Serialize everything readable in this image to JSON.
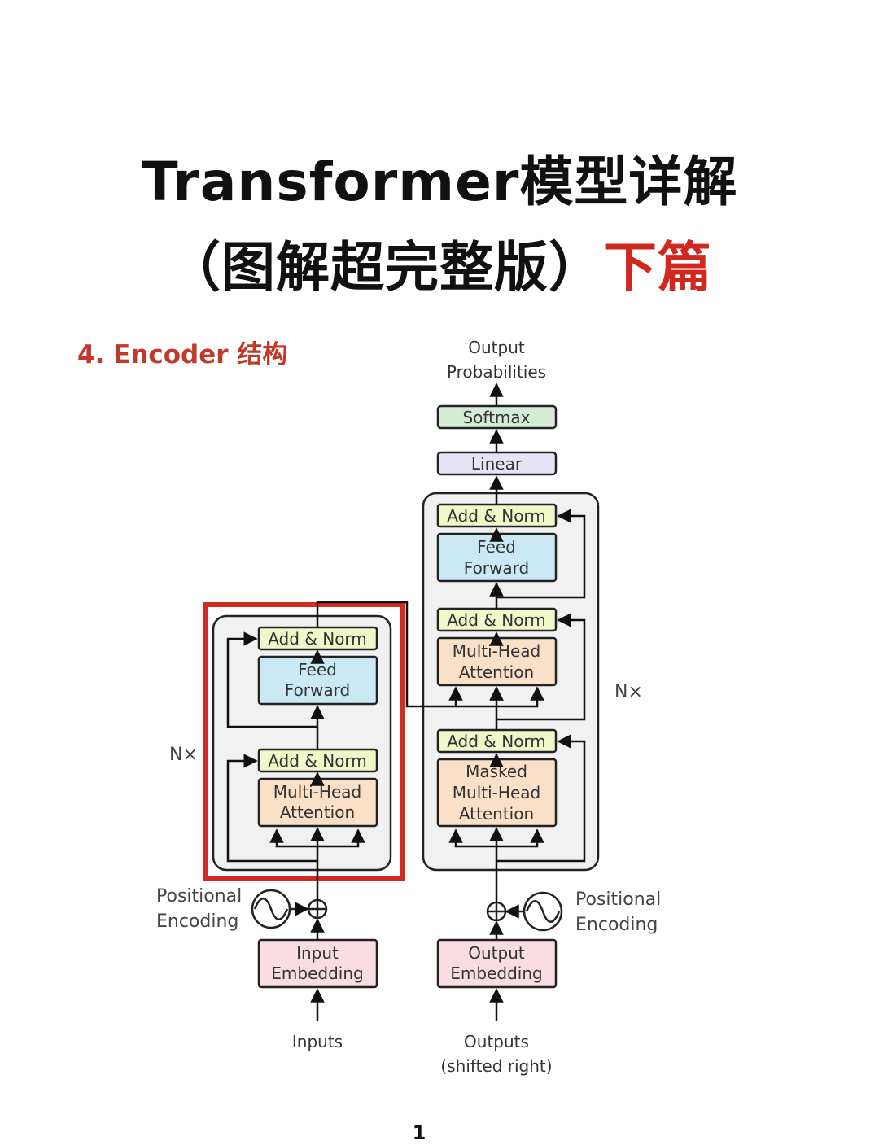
{
  "title": {
    "line1": "Transformer模型详解",
    "line2_main": "（图解超完整版）",
    "line2_highlight": "下篇"
  },
  "section_heading": "4. Encoder 结构",
  "page_number": "1",
  "diagram": {
    "output_probabilities": [
      "Output",
      "Probabilities"
    ],
    "softmax": "Softmax",
    "linear": "Linear",
    "add_norm": "Add & Norm",
    "feed_forward": [
      "Feed",
      "Forward"
    ],
    "multi_head_attention": [
      "Multi-Head",
      "Attention"
    ],
    "masked_multi_head_attention": [
      "Masked",
      "Multi-Head",
      "Attention"
    ],
    "nx": "N×",
    "positional_encoding": [
      "Positional",
      "Encoding"
    ],
    "input_embedding": [
      "Input",
      "Embedding"
    ],
    "output_embedding": [
      "Output",
      "Embedding"
    ],
    "inputs": "Inputs",
    "outputs": [
      "Outputs",
      "(shifted right)"
    ],
    "colors": {
      "add_norm": "#f2f7c9",
      "feed_forward": "#cbe8f5",
      "attention": "#fbe0c8",
      "embedding": "#f9dde2",
      "linear": "#e6e4f5",
      "softmax": "#d4ecd4",
      "stack_bg": "#f1f1f1",
      "highlight": "#d42a22"
    }
  }
}
